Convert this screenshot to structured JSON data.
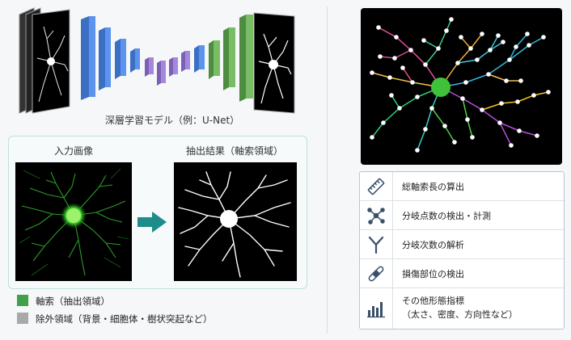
{
  "unet": {
    "caption": "深層学習モデル（例：U-Net）"
  },
  "panel": {
    "input_label": "入力画像",
    "output_label": "抽出結果（軸索領域）"
  },
  "legend": [
    {
      "label": "軸索（抽出領域）",
      "color": "#3fa24a"
    },
    {
      "label": "除外領域（背景・細胞体・樹状突起など）",
      "color": "#a9a9a9"
    }
  ],
  "features": [
    {
      "icon": "ruler-icon",
      "label": "総軸索長の算出"
    },
    {
      "icon": "branch-points-icon",
      "label": "分岐点数の検出・計測"
    },
    {
      "icon": "branch-order-icon",
      "label": "分岐次数の解析"
    },
    {
      "icon": "injury-site-icon",
      "label": "損傷部位の検出"
    },
    {
      "icon": "bar-chart-icon",
      "label": "その他形態指標",
      "sublabel": "（太さ、密度、方向性など）"
    }
  ],
  "colors": {
    "blue": "#4a86e8",
    "purple": "#9b7fd4",
    "green": "#6aaa5b",
    "accent": "#2aa198"
  }
}
